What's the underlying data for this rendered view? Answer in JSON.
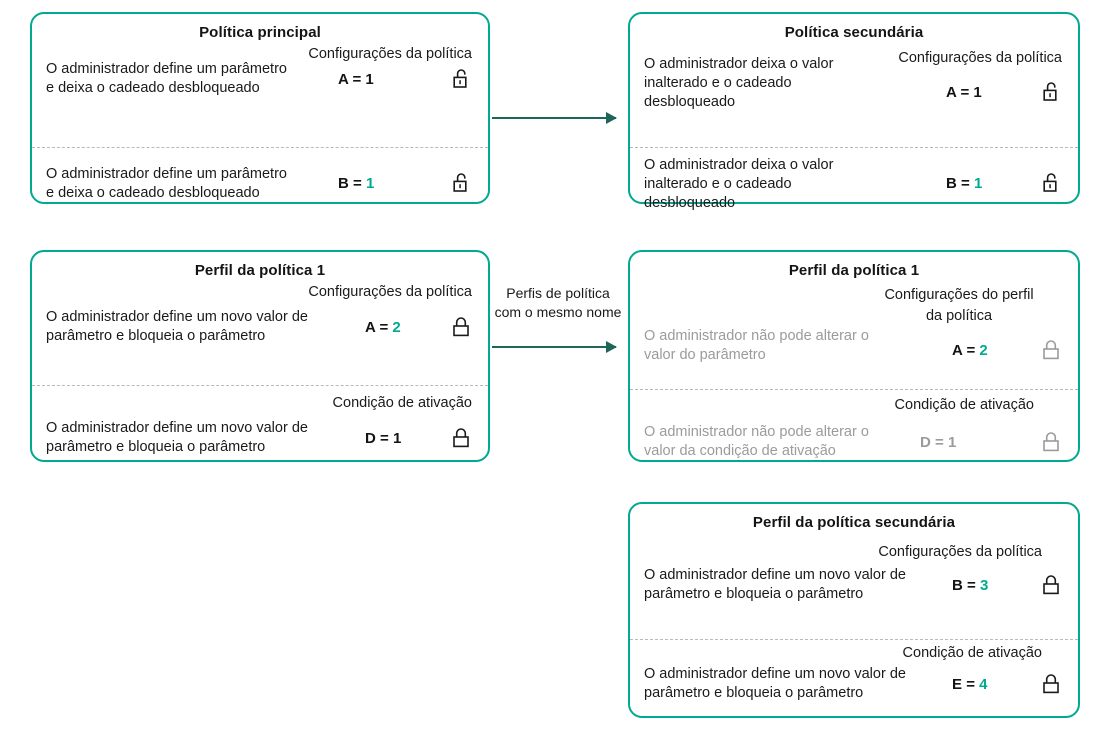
{
  "colors": {
    "card_border": "#00a98f",
    "accent_value": "#00a98f",
    "arrow": "#1d6659",
    "muted_text": "#9b9b9b",
    "divider": "#b9b9b9"
  },
  "cards": {
    "main_policy": {
      "title": "Política principal",
      "sections": [
        {
          "heading": "Configurações da política",
          "description": "O administrador define um parâmetro e deixa o cadeado desbloqueado",
          "key": "A",
          "equals": "=",
          "value": "1",
          "value_accent": false,
          "muted": false,
          "lock": "unlock-icon",
          "lock_state": "unlocked"
        },
        {
          "heading": "",
          "description": "O administrador define um parâmetro e deixa o cadeado desbloqueado",
          "key": "B",
          "equals": "=",
          "value": "1",
          "value_accent": true,
          "muted": false,
          "lock": "unlock-icon",
          "lock_state": "unlocked"
        }
      ]
    },
    "secondary_policy": {
      "title": "Política secundária",
      "sections": [
        {
          "heading": "Configurações da política",
          "description": "O administrador deixa o valor inalterado e o cadeado desbloqueado",
          "key": "A",
          "equals": "=",
          "value": "1",
          "value_accent": false,
          "muted": false,
          "lock": "unlock-icon",
          "lock_state": "unlocked"
        },
        {
          "heading": "",
          "description": "O administrador deixa o valor inalterado e o cadeado desbloqueado",
          "key": "B",
          "equals": "=",
          "value": "1",
          "value_accent": true,
          "muted": false,
          "lock": "unlock-icon",
          "lock_state": "unlocked"
        }
      ]
    },
    "policy_profile_1_left": {
      "title": "Perfil da política 1",
      "sections": [
        {
          "heading": "Configurações da política",
          "description": "O administrador define um novo valor de parâmetro e bloqueia o parâmetro",
          "key": "A",
          "equals": "=",
          "value": "2",
          "value_accent": true,
          "muted": false,
          "lock": "lock-icon",
          "lock_state": "locked"
        },
        {
          "heading": "Condição de ativação",
          "description": "O administrador define um novo valor de parâmetro e bloqueia o parâmetro",
          "key": "D",
          "equals": "=",
          "value": "1",
          "value_accent": false,
          "muted": false,
          "lock": "lock-icon",
          "lock_state": "locked"
        }
      ]
    },
    "policy_profile_1_right": {
      "title": "Perfil da política 1",
      "sections": [
        {
          "heading": "Configurações do perfil da política",
          "description": "O administrador não pode alterar o valor do parâmetro",
          "key": "A",
          "equals": "=",
          "value": "2",
          "value_accent": true,
          "muted": false,
          "lock": "lock-icon",
          "lock_state": "locked"
        },
        {
          "heading": "Condição de ativação",
          "description": "O administrador não pode alterar o valor da condição de ativação",
          "key": "D",
          "equals": "=",
          "value": "1",
          "value_accent": false,
          "muted": true,
          "lock": "lock-icon",
          "lock_state": "locked"
        }
      ]
    },
    "secondary_policy_profile": {
      "title": "Perfil da política secundária",
      "sections": [
        {
          "heading": "Configurações da política",
          "description": "O administrador define um novo valor de parâmetro e bloqueia o parâmetro",
          "key": "B",
          "equals": "=",
          "value": "3",
          "value_accent": true,
          "muted": false,
          "lock": "lock-icon",
          "lock_state": "locked"
        },
        {
          "heading": "Condição de ativação",
          "description": "O administrador define um novo valor de parâmetro e bloqueia o parâmetro",
          "key": "E",
          "equals": "=",
          "value": "4",
          "value_accent": true,
          "muted": false,
          "lock": "lock-icon",
          "lock_state": "locked"
        }
      ]
    }
  },
  "arrows": {
    "top": {
      "label": ""
    },
    "middle": {
      "label": "Perfis de política com o mesmo nome"
    }
  }
}
